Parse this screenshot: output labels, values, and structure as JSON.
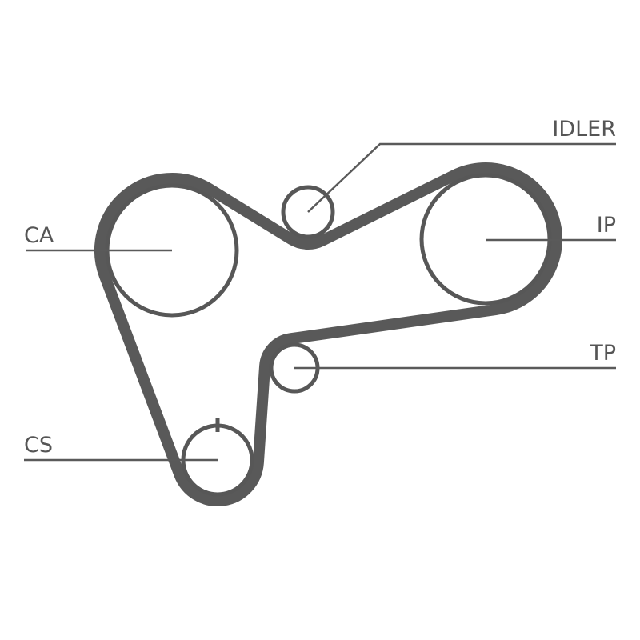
{
  "labels": {
    "ca": "CA",
    "idler": "IDLER",
    "ip": "IP",
    "tp": "TP",
    "cs": "CS"
  },
  "colors": {
    "belt": "#595959",
    "lines": "#5a5a5a",
    "text": "#555555",
    "background": "#ffffff"
  }
}
